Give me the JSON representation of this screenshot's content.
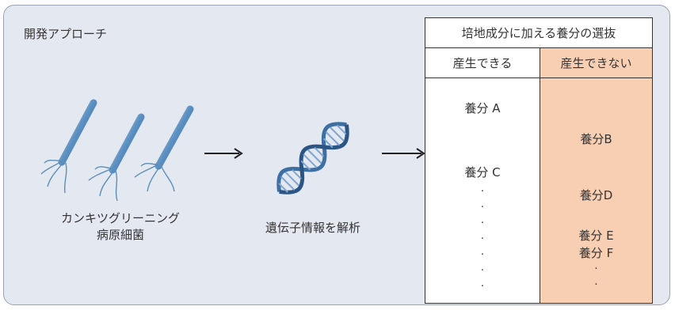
{
  "title": "開発アプローチ",
  "bacteria_label_line1": "カンキツグリーニング",
  "bacteria_label_line2": "病原細菌",
  "dna_label": "遺伝子情報を解析",
  "table": {
    "header": "培地成分に加える養分の選抜",
    "col_producible": "産生できる",
    "col_not_producible": "産生できない",
    "producible_items": [
      "養分 A",
      "養分 C"
    ],
    "not_producible_items": [
      "養分B",
      "養分D",
      "養分 E",
      "養分 F"
    ],
    "ellipsis": "."
  },
  "colors": {
    "panel_bg": "#e4e8f1",
    "highlight": "#f9cfb4",
    "dna": "#3d6fa3"
  }
}
